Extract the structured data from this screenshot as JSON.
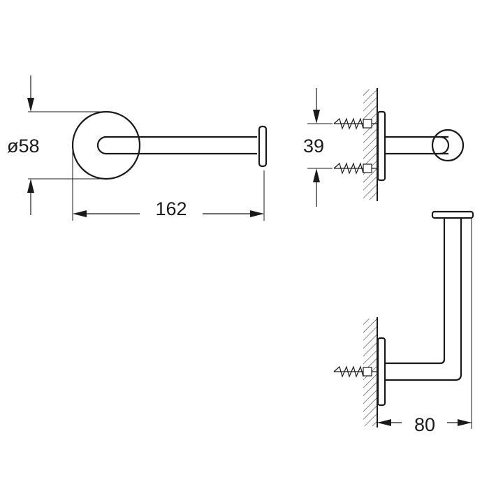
{
  "dimensions": {
    "diameter": "ø58",
    "length": "162",
    "screw_spacing": "39",
    "projection": "80"
  },
  "colors": {
    "line": "#1a1a1a",
    "background": "#ffffff"
  }
}
